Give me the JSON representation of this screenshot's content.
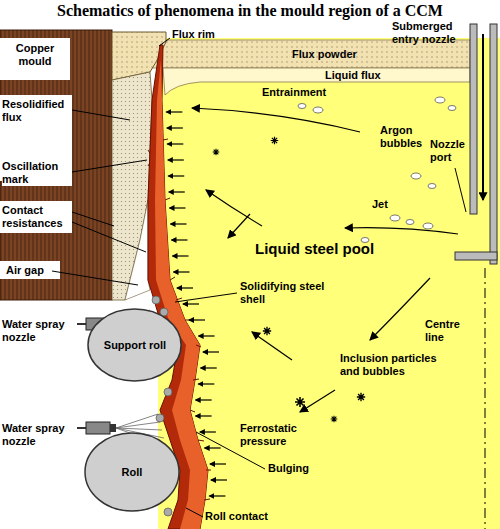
{
  "diagram": {
    "title": "Schematics of phenomena in the mould region of a CCM",
    "nodes": [
      {
        "text": [
          "Support roll"
        ]
      },
      {
        "text": [
          "Roll"
        ]
      }
    ],
    "labels": [
      "Copper mould",
      "Flux rim",
      "Submerged entry nozzle",
      "Flux powder",
      "Liquid flux",
      "Resolidified flux",
      "Entrainment",
      "Argon bubbles",
      "Nozzle port",
      "Oscillation mark",
      "Jet",
      "Contact resistances",
      "Liquid steel pool",
      "Air gap",
      "Solidifying steel shell",
      "Water spray nozzle",
      "Centre line",
      "Inclusion particles and bubbles",
      "Ferrostatic pressure",
      "Water spray nozzle",
      "Bulging",
      "Roll contact"
    ]
  }
}
